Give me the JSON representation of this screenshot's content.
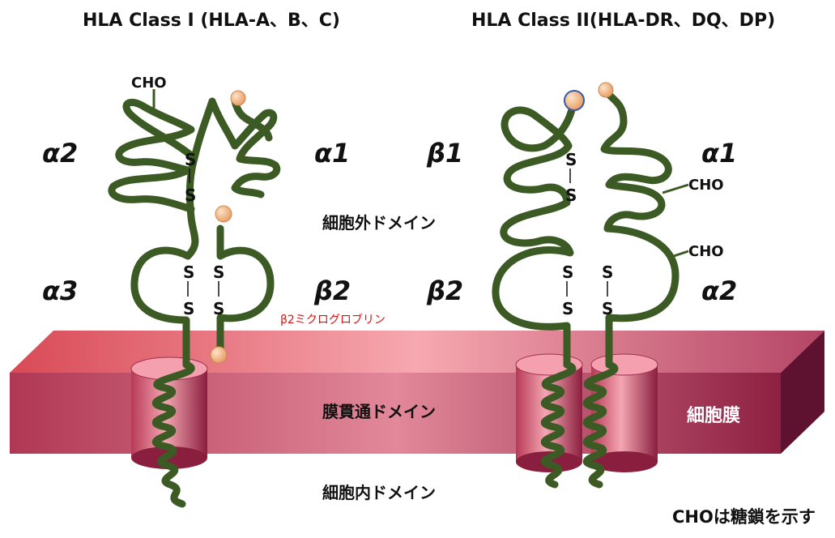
{
  "titles": {
    "class1": "HLA Class I (HLA-A、B、C)",
    "class2": "HLA Class II(HLA-DR、DQ、DP)"
  },
  "domains": {
    "class1": {
      "a2": "α2",
      "a1": "α1",
      "a3": "α3",
      "b2": "β2"
    },
    "class2": {
      "b1": "β1",
      "a1": "α1",
      "b2": "β2",
      "a2": "α2"
    }
  },
  "labels": {
    "extracellular": "細胞外ドメイン",
    "transmembrane": "膜貫通ドメイン",
    "intracellular": "細胞内ドメイン",
    "membrane": "細胞膜",
    "beta2_microglobulin": "β2ミクログロブリン",
    "cho": "CHO",
    "disulfide_s": "S",
    "note": "CHOは糖鎖を示す"
  },
  "colors": {
    "chain": "#3c5a24",
    "membrane_top": "#e25a66",
    "membrane_front": "#a83050",
    "membrane_side": "#6a1434",
    "terminus_ball": "#f2b98a",
    "b2m_label": "#e01010"
  }
}
